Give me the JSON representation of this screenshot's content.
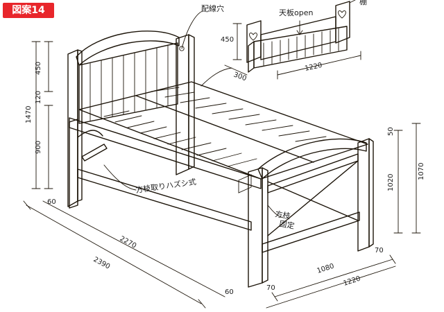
{
  "badge": "図案14",
  "annotations": {
    "wiring_hole": "配線穴",
    "top_open": "天板open",
    "top_right_partial": "棚",
    "slat_removable": "方枝取りハズシ式",
    "slat_fixed_line1": "方枝",
    "slat_fixed_line2": "固定"
  },
  "dimensions": {
    "shelf_height": "450",
    "shelf_depth": "300",
    "shelf_width": "1220",
    "head_upper": "450",
    "head_mid": "120",
    "head_total": "1470",
    "head_lower": "900",
    "foot_post_top": "60",
    "length_inner": "2270",
    "length_total": "2390",
    "foot_post_bottom": "60",
    "foot_top": "50",
    "foot_panel": "1020",
    "foot_total": "1070",
    "width_inner": "1080",
    "width_total": "1220",
    "side_left": "70",
    "side_right": "70"
  },
  "colors": {
    "wood_light": "#e8c15a",
    "wood_mid": "#d6a43c",
    "wood_dark": "#a87423",
    "wood_shadow": "#7f5417",
    "ink": "#1c1409",
    "badge": "#e8262b"
  }
}
